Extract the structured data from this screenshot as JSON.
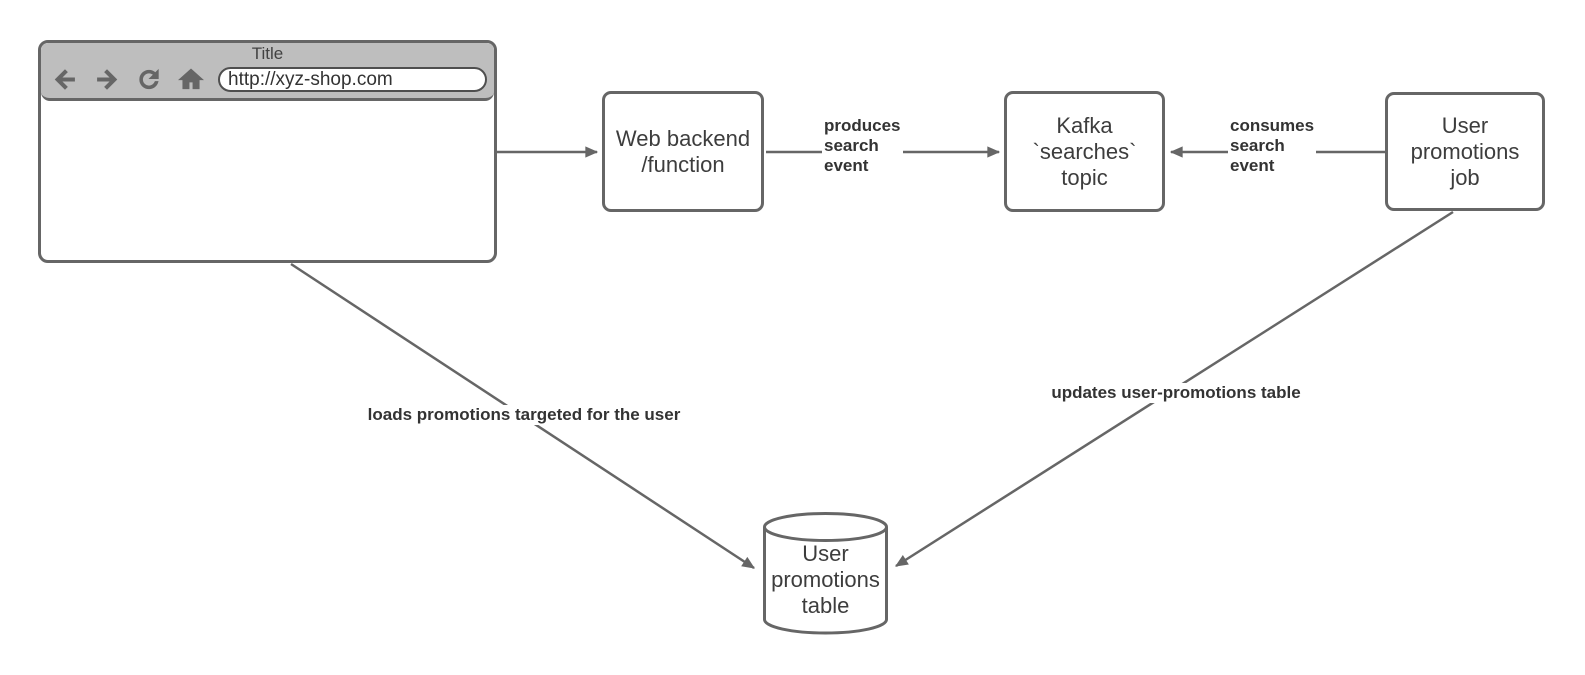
{
  "colors": {
    "line": "#666666",
    "node_border": "#666666",
    "node_text": "#3d3d3d",
    "label_text": "#333333",
    "browser_header_bg": "#bebebe",
    "icon": "#666666",
    "canvas_bg": "#ffffff"
  },
  "browser": {
    "title": "Title",
    "url": "http://xyz-shop.com",
    "icons": [
      "back-icon",
      "forward-icon",
      "refresh-icon",
      "home-icon"
    ]
  },
  "nodes": {
    "web_backend": {
      "lines": [
        "Web backend",
        "/function"
      ]
    },
    "kafka_topic": {
      "lines": [
        "Kafka",
        "`searches`",
        "topic"
      ]
    },
    "promotions_job": {
      "lines": [
        "User",
        "promotions",
        "job"
      ]
    },
    "promotions_table": {
      "lines": [
        "User",
        "promotions",
        "table"
      ]
    }
  },
  "edges": {
    "browser_to_backend": {
      "label": ""
    },
    "produces": {
      "lines": [
        "produces",
        "search",
        "event"
      ]
    },
    "consumes": {
      "lines": [
        "consumes",
        "search",
        "event"
      ]
    },
    "loads": {
      "label": "loads promotions targeted for the user"
    },
    "updates": {
      "label": "updates user-promotions table"
    }
  }
}
